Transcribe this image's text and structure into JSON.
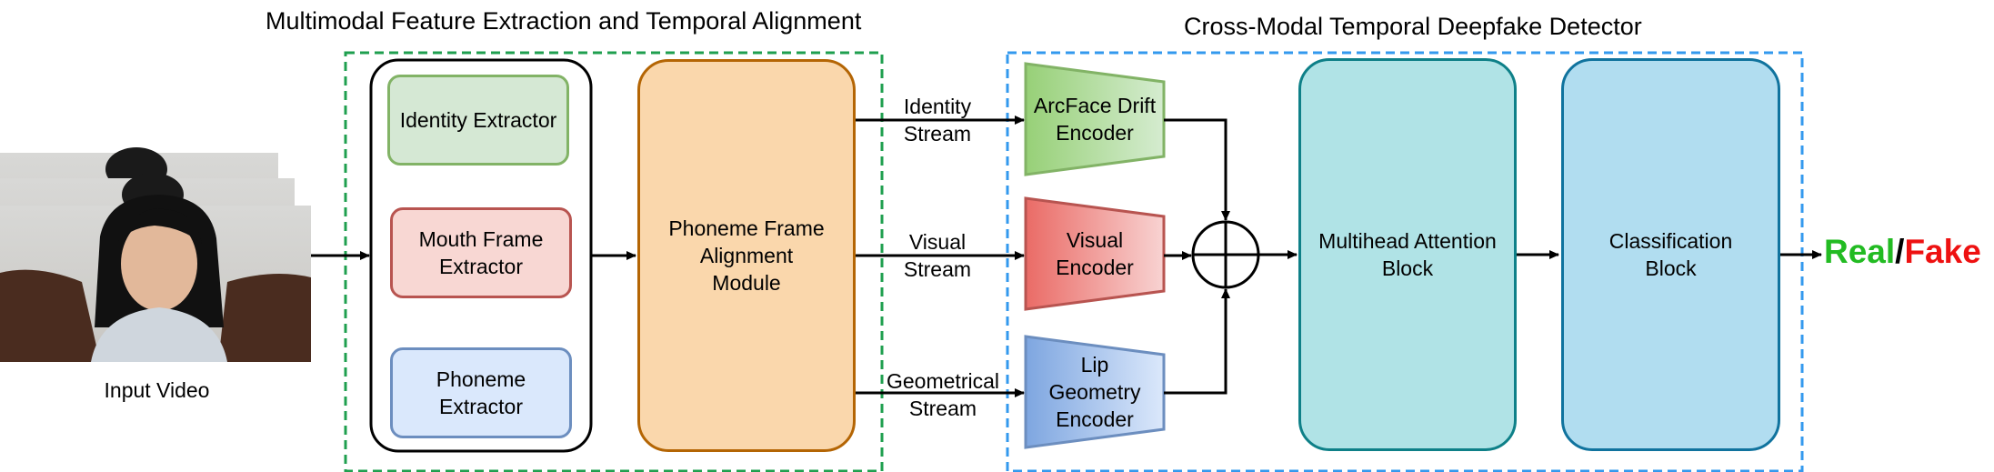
{
  "titles": {
    "left_section": "Multimodal Feature Extraction and Temporal Alignment",
    "right_section": "Cross-Modal Temporal Deepfake Detector"
  },
  "input": {
    "label": "Input Video"
  },
  "extractors": {
    "identity": "Identity Extractor",
    "mouth": "Mouth Frame\nExtractor",
    "phoneme": "Phoneme\nExtractor"
  },
  "alignment": {
    "label": "Phoneme Frame\nAlignment\nModule"
  },
  "streams": {
    "identity": "Identity\nStream",
    "visual": "Visual\nStream",
    "geometrical": "Geometrical\nStream"
  },
  "encoders": {
    "arcface": "ArcFace Drift\nEncoder",
    "visual": "Visual\nEncoder",
    "lip": "Lip\nGeometry\nEncoder"
  },
  "blocks": {
    "attention": "Multihead Attention\nBlock",
    "classification": "Classification\nBlock"
  },
  "output": {
    "real": "Real",
    "separator": "/",
    "fake": "Fake"
  },
  "colors": {
    "green_dash": "#1f9f4f",
    "blue_dash": "#3399ee",
    "identity_fill": "#d5e8d4",
    "identity_stroke": "#82b366",
    "mouth_fill": "#f8d7d3",
    "mouth_stroke": "#b85450",
    "phoneme_fill": "#dae8fc",
    "phoneme_stroke": "#6c8ebf",
    "alignment_fill": "#fad7ac",
    "alignment_stroke": "#b46504",
    "attention_fill": "#b0e3e6",
    "attention_stroke": "#0e8088",
    "classification_fill": "#b1ddf0",
    "classification_stroke": "#10739e",
    "real": "#22bb22",
    "fake": "#ee1111"
  }
}
